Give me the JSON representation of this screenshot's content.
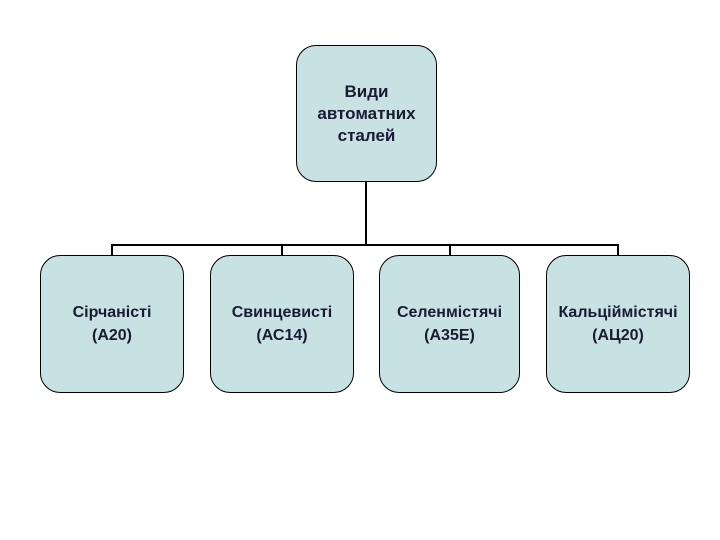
{
  "diagram": {
    "type": "hierarchy",
    "root": {
      "label": "Види автоматних сталей"
    },
    "children": [
      {
        "name": "Сірчаністі",
        "grade": "(А20)"
      },
      {
        "name": "Свинцевисті",
        "grade": "(АС14)"
      },
      {
        "name": "Селенмістячі",
        "grade": "(А35Е)"
      },
      {
        "name": "Кальціймістячі",
        "grade": "(АЦ20)"
      }
    ],
    "colors": {
      "background": "#ffffff",
      "box_fill": "#c8e2e4",
      "box_border": "#000000",
      "text": "#1a1a33",
      "connector": "#000000"
    }
  }
}
